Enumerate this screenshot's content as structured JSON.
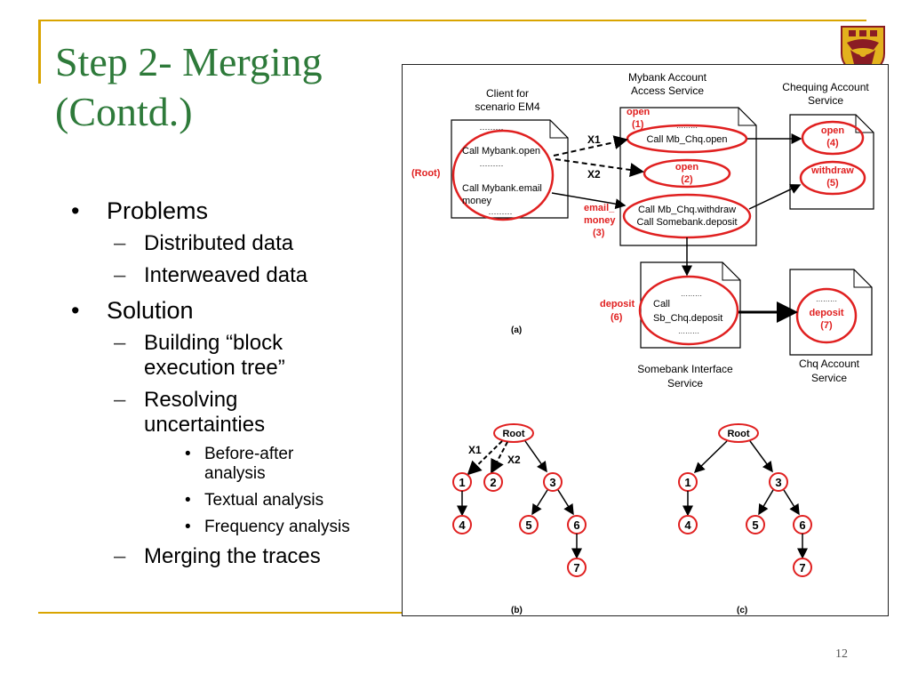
{
  "slide": {
    "title_line1": "Step 2- Merging",
    "title_line2": "(Contd.)",
    "page_number": "12",
    "accent_color": "#d9a400",
    "title_color": "#2e7a3a"
  },
  "bullets": [
    {
      "text": "Problems",
      "children": [
        {
          "text": "Distributed data"
        },
        {
          "text": "Interweaved data"
        }
      ]
    },
    {
      "text": "Solution",
      "children": [
        {
          "text_line1": "Building “block",
          "text_line2": "execution tree”"
        },
        {
          "text_line1": "Resolving",
          "text_line2": "uncertainties",
          "children": [
            {
              "text_line1": "Before-after",
              "text_line2": "analysis"
            },
            {
              "text": "Textual analysis"
            },
            {
              "text": "Frequency analysis"
            }
          ]
        },
        {
          "text": "Merging the traces"
        }
      ]
    }
  ],
  "diagram": {
    "client_label_line1": "Client for",
    "client_label_line2": "scenario EM4",
    "client_dots": "·········",
    "client_call1": "Call Mybank.open",
    "client_call2_line1": "Call Mybank.email",
    "client_call2_line2": "money",
    "root_label": "(Root)",
    "mybank_label_line1": "Mybank Account",
    "mybank_label_line2": "Access Service",
    "open1_label": "open",
    "open1_num": "(1)",
    "mb_call_open": "Call Mb_Chq.open",
    "open2_label": "open",
    "open2_num": "(2)",
    "email_label_line1": "email_",
    "email_label_line2": "money",
    "email_num": "(3)",
    "mb_call_withdraw": "Call Mb_Chq.withdraw",
    "mb_call_deposit": "Call Somebank.deposit",
    "x1": "X1",
    "x2": "X2",
    "chq_label_line1": "Chequing Account",
    "chq_label_line2": "Service",
    "open4_label": "open",
    "open4_num": "(4)",
    "withdraw_label": "withdraw",
    "withdraw_num": "(5)",
    "somebank_label_line1": "Somebank Interface",
    "somebank_label_line2": "Service",
    "deposit6_label": "deposit",
    "deposit6_num": "(6)",
    "sb_call_line1": "Call",
    "sb_call_line2": "Sb_Chq.deposit",
    "chq2_label_line1": "Chq Account",
    "chq2_label_line2": "Service",
    "deposit7_label": "deposit",
    "deposit7_num": "(7)",
    "panel_a": "(a)",
    "panel_b": "(b)",
    "panel_c": "(c)",
    "tree_root": "Root",
    "n1": "1",
    "n2": "2",
    "n3": "3",
    "n4": "4",
    "n5": "5",
    "n6": "6",
    "n7": "7",
    "red": "#e02020"
  }
}
